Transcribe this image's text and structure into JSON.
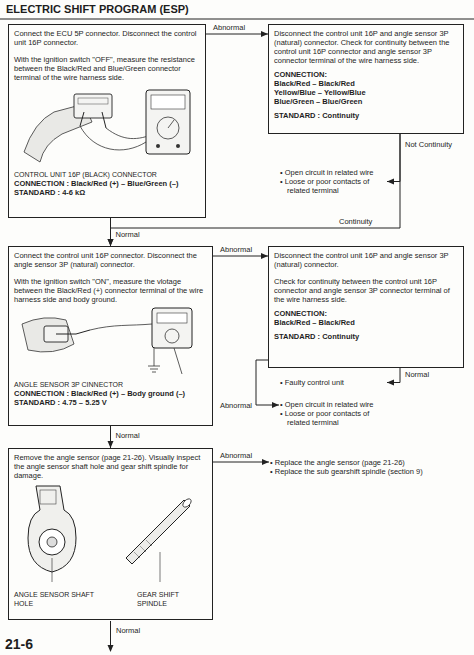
{
  "diagram": {
    "title": "ELECTRIC SHIFT PROGRAM (ESP)",
    "nodes": [
      {
        "text": [
          "Connect the ECU 5P connector. Disconnect the control unit 16P connector.",
          "With the ignition switch \"OFF\", measure the resistance between the Black/Red and Blue/Green connector terminal of the wire harness side.",
          "CONTROL UNIT 16P (BLACK) CONNECTOR",
          "CONNECTION : Black/Red (+) – Blue/Green (–)",
          "STANDARD : 4-6 kΩ"
        ]
      },
      {
        "text": [
          "Disconnect the control unit 16P and angle sensor 3P (natural) connector. Check for continuity between the control unit 16P connector and angle sensor 3P connector terminal of the wire harness side.",
          "CONNECTION:",
          "Black/Red – Black/Red Yellow/Blue – Yellow/Blue Blue/Green – Blue/Green",
          "STANDARD : Continuity"
        ]
      },
      {
        "text": [
          "• Open circuit in related wire",
          "• Loose or poor contacts of related terminal"
        ]
      },
      {
        "text": [
          "Connect the control unit 16P connector. Disconnect the angle sensor 3P (natural) connector.",
          "With the ignition switch \"ON\", measure the vlotage between the Black/Red (+) connector terminal of the wire harness side and body ground.",
          "ANGLE SENSOR 3P CINNECTOR",
          "CONNECTION : Black/Red (+) – Body ground (–)",
          "STANDARD : 4.75 – 5.25 V"
        ]
      },
      {
        "text": [
          "Disconnect the control unit 16P and angle sensor 3P (natural) connector.",
          "Check for continuity between the control unit 16P connector and angle sensor 3P connector terminal of the wire harness side.",
          "CONNECTION:",
          "Black/Red – Black/Red",
          "STANDARD : Continuity"
        ]
      },
      {
        "text": [
          "• Faulty control unit"
        ]
      },
      {
        "text": [
          "• Open circuit in related wire",
          "• Loose or poor contacts of related terminal"
        ]
      },
      {
        "text": [
          "Remove the angle sensor (page 21-26). Visually inspect the angle sensor shaft hole and gear shift spindle for damage.",
          "ANGLE SENSOR SHAFT HOLE",
          "GEAR SHIFT SPINDLE"
        ]
      },
      {
        "text": [
          "• Replace the angle sensor (page 21-26)",
          "• Replace the sub gearshift spindle (section 9)"
        ]
      }
    ],
    "edges": [
      {
        "from": 0,
        "to": 1,
        "label": "Abnormal",
        "arrow": "to"
      },
      {
        "from": 1,
        "to": 2,
        "label": "Not Continuity",
        "arrow": "to"
      },
      {
        "from": 1,
        "to": 3,
        "label": "Continuity",
        "arrow": "to"
      },
      {
        "from": 0,
        "to": 3,
        "label": "Normal",
        "arrow": "to"
      },
      {
        "from": 3,
        "to": 4,
        "label": "Abnormal",
        "arrow": "to"
      },
      {
        "from": 4,
        "to": 5,
        "label": "Normal",
        "arrow": "to"
      },
      {
        "from": 4,
        "to": 6,
        "label": "Abnormal",
        "arrow": "to"
      },
      {
        "from": 3,
        "to": 7,
        "label": "Normal",
        "arrow": "to"
      },
      {
        "from": 7,
        "to": 8,
        "label": "Abnormal",
        "arrow": "to"
      }
    ],
    "labels": [
      "Normal",
      "21-6"
    ]
  }
}
